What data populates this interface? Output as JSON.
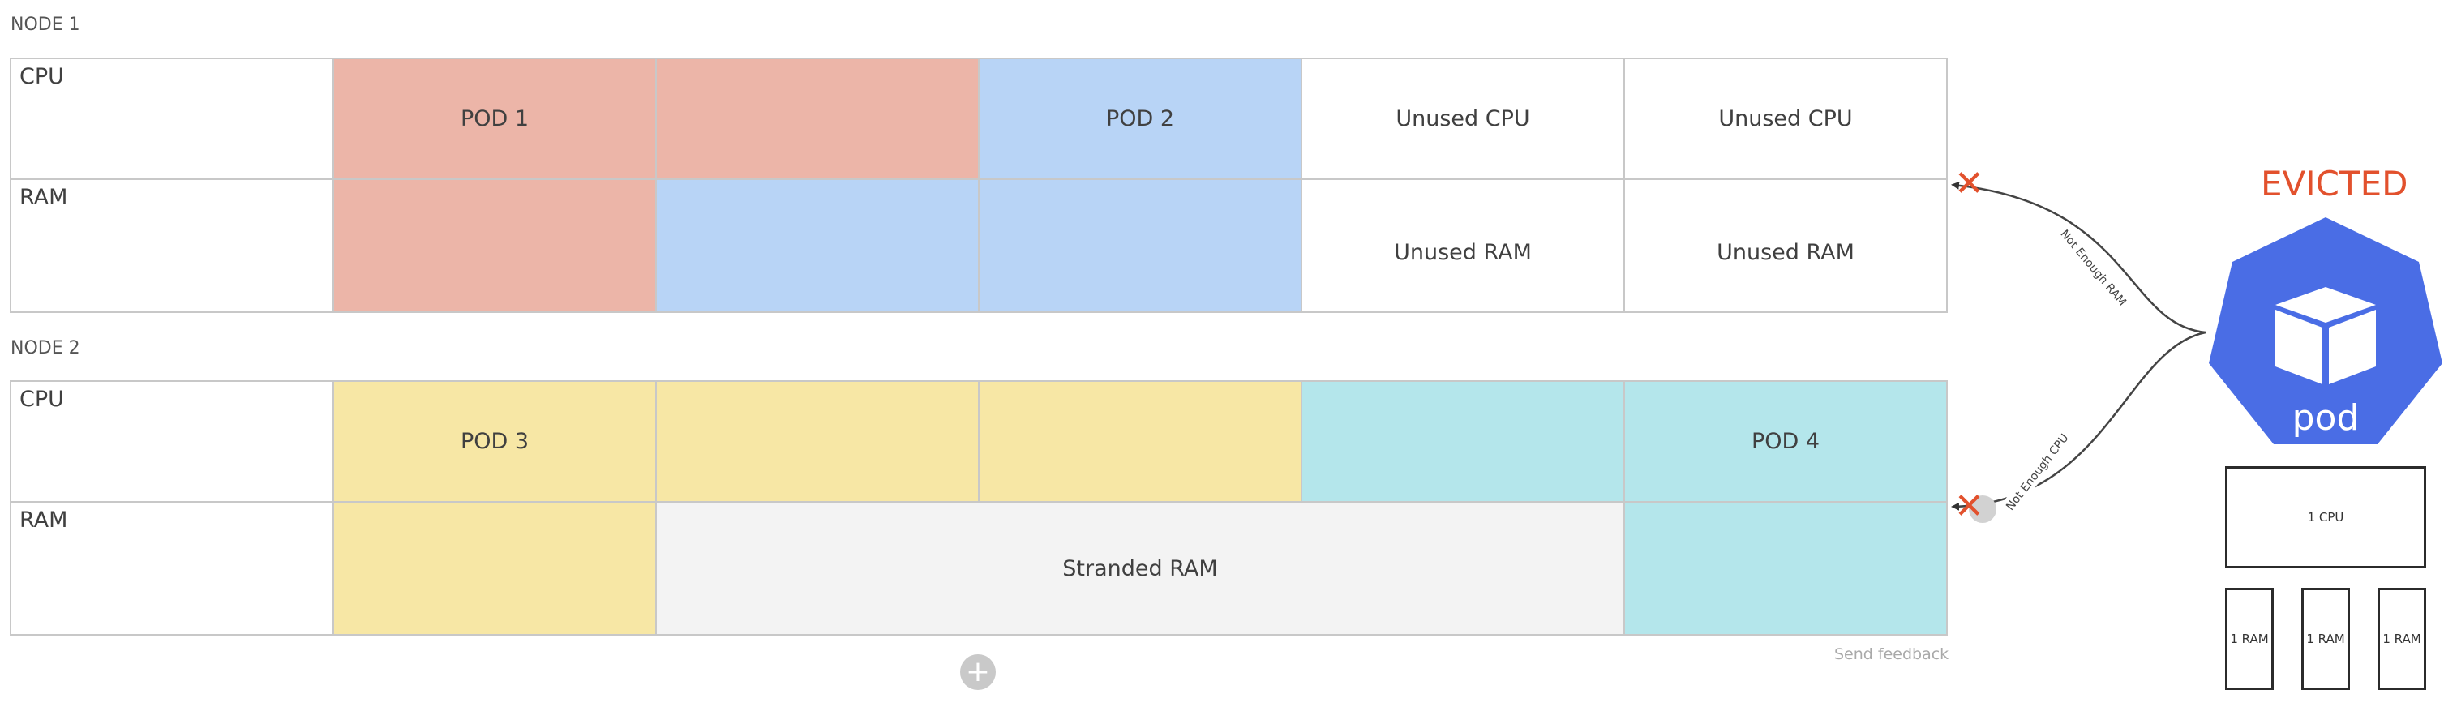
{
  "colors": {
    "pod1": "#ecb5a8",
    "pod2": "#b8d4f6",
    "pod3": "#f7e7a5",
    "pod4": "#b4e6eb",
    "stranded": "#f3f3f3",
    "pod_shape": "#4a6de5",
    "evicted": "#e2512d"
  },
  "node1": {
    "label": "NODE 1",
    "cpu_label": "CPU",
    "ram_label": "RAM",
    "pod1_label": "POD 1",
    "pod2_label": "POD 2",
    "unused_cpu_1": "Unused CPU",
    "unused_cpu_2": "Unused CPU",
    "unused_ram_1": "Unused RAM",
    "unused_ram_2": "Unused RAM"
  },
  "node2": {
    "label": "NODE 2",
    "cpu_label": "CPU",
    "ram_label": "RAM",
    "pod3_label": "POD 3",
    "pod4_label": "POD 4",
    "stranded_label": "Stranded RAM"
  },
  "connectors": {
    "top_label": "Not Enough RAM",
    "bottom_label": "Not Enough CPU",
    "reject_glyph": "✕"
  },
  "evicted_pod": {
    "title": "EVICTED",
    "icon": "cube-icon",
    "pod_text": "pod",
    "cpu_box": "1 CPU",
    "ram_boxes": [
      "1 RAM",
      "1 RAM",
      "1 RAM"
    ]
  },
  "footer": {
    "feedback": "Send feedback",
    "add_glyph": "+"
  }
}
